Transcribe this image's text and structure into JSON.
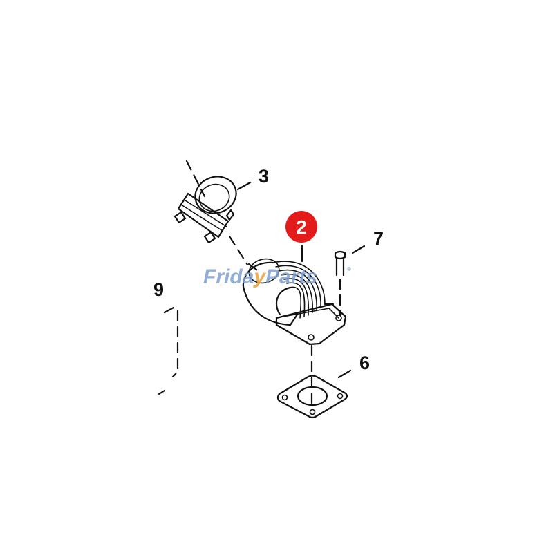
{
  "diagram": {
    "type": "exploded-parts-diagram",
    "highlighted_part": "2",
    "highlight_color": "#e31b1b",
    "callouts": [
      {
        "id": "callout-3",
        "label": "3"
      },
      {
        "id": "callout-2",
        "label": "2",
        "highlighted": true
      },
      {
        "id": "callout-7",
        "label": "7"
      },
      {
        "id": "callout-6",
        "label": "6"
      },
      {
        "id": "callout-9-partial",
        "label": "9"
      }
    ],
    "parts": [
      {
        "label": "3",
        "icon": "u-bolt-clamp-icon"
      },
      {
        "label": "2",
        "icon": "exhaust-elbow-pipe-icon"
      },
      {
        "label": "7",
        "icon": "bolt-icon"
      },
      {
        "label": "6",
        "icon": "gasket-icon"
      }
    ]
  },
  "watermark": {
    "part1": "Frid",
    "part2": "a",
    "part3": "y",
    "part4": "Parts",
    "registered": "®",
    "text_color": "#7fa0cf",
    "accent_color": "#e8a33a"
  }
}
